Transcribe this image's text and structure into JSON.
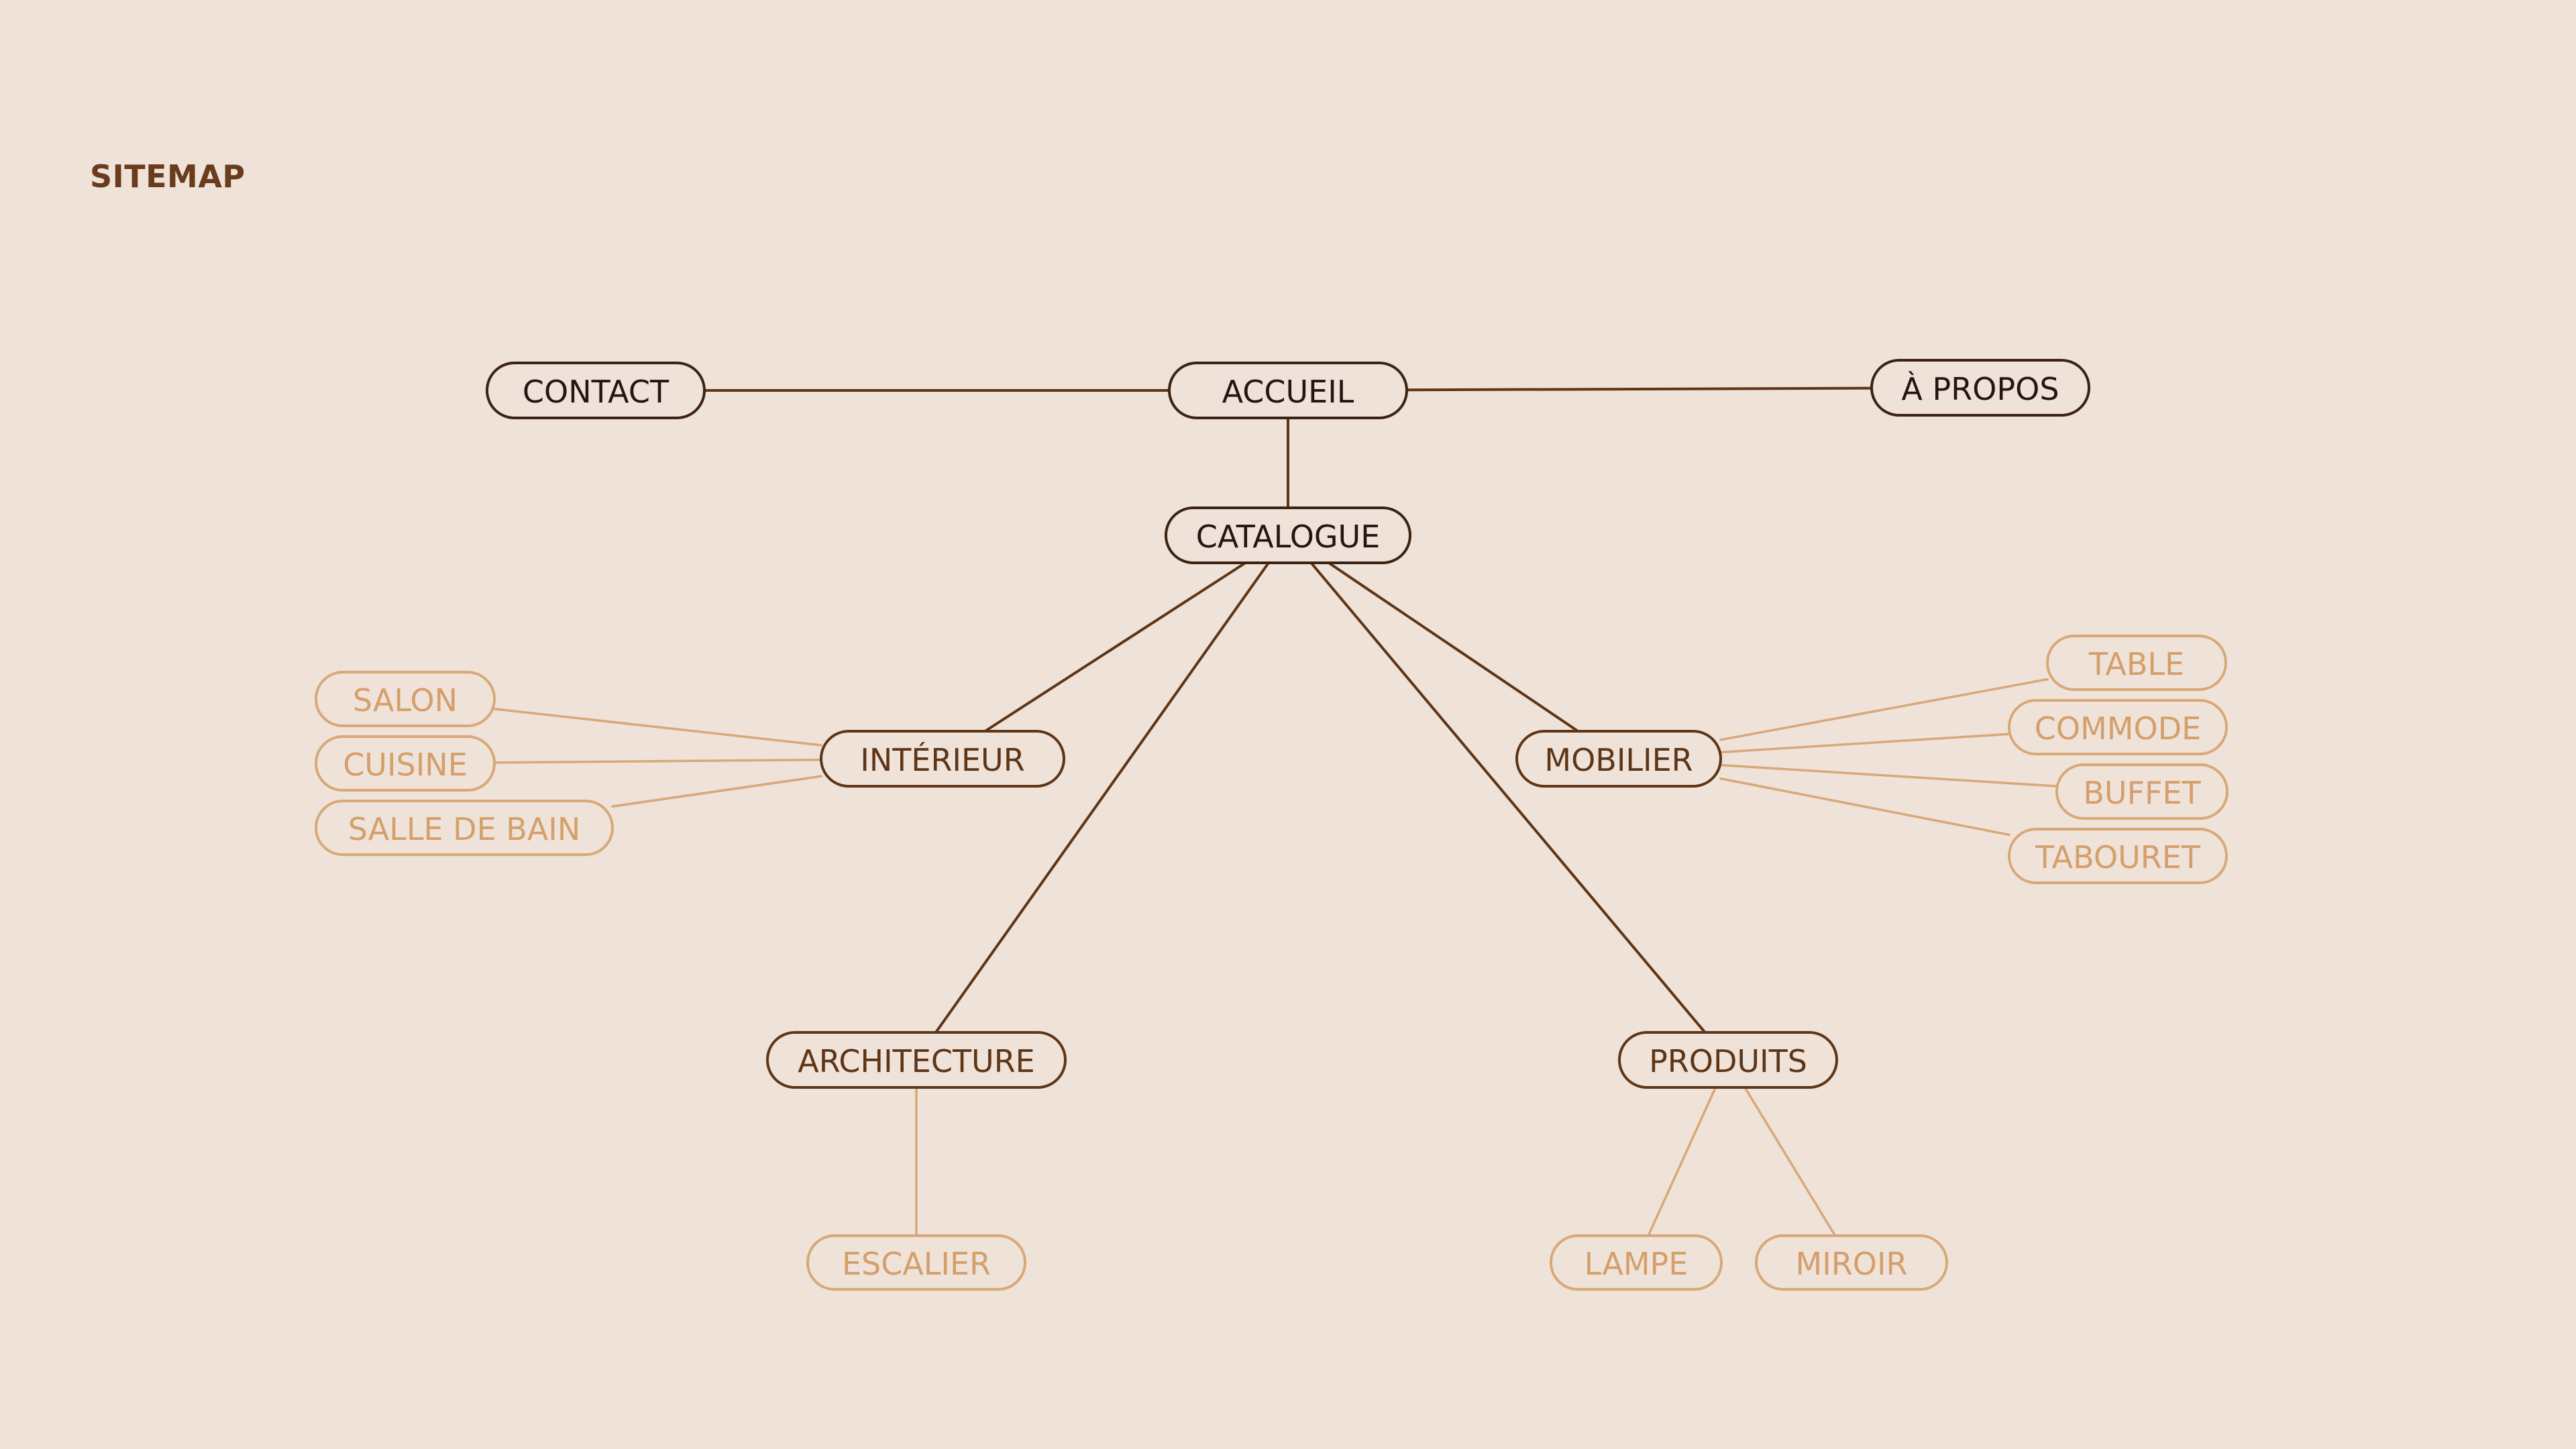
{
  "page": {
    "title": "SITEMAP"
  },
  "diagram": {
    "nodes": [
      {
        "id": "accueil",
        "label": "ACCUEIL",
        "level": "main"
      },
      {
        "id": "contact",
        "label": "CONTACT",
        "level": "main"
      },
      {
        "id": "a-propos",
        "label": "À PROPOS",
        "level": "main"
      },
      {
        "id": "catalogue",
        "label": "CATALOGUE",
        "level": "main"
      },
      {
        "id": "interieur",
        "label": "INTÉRIEUR",
        "level": "sub"
      },
      {
        "id": "mobilier",
        "label": "MOBILIER",
        "level": "sub"
      },
      {
        "id": "architecture",
        "label": "ARCHITECTURE",
        "level": "sub"
      },
      {
        "id": "produits",
        "label": "PRODUITS",
        "level": "sub"
      },
      {
        "id": "salon",
        "label": "SALON",
        "level": "leaf"
      },
      {
        "id": "cuisine",
        "label": "CUISINE",
        "level": "leaf"
      },
      {
        "id": "salle-de-bain",
        "label": "SALLE DE BAIN",
        "level": "leaf"
      },
      {
        "id": "table",
        "label": "TABLE",
        "level": "leaf"
      },
      {
        "id": "commode",
        "label": "COMMODE",
        "level": "leaf"
      },
      {
        "id": "buffet",
        "label": "BUFFET",
        "level": "leaf"
      },
      {
        "id": "tabouret",
        "label": "TABOURET",
        "level": "leaf"
      },
      {
        "id": "escalier",
        "label": "ESCALIER",
        "level": "leaf"
      },
      {
        "id": "lampe",
        "label": "LAMPE",
        "level": "leaf"
      },
      {
        "id": "miroir",
        "label": "MIROIR",
        "level": "leaf"
      }
    ],
    "edges": [
      {
        "from": "accueil",
        "to": "contact"
      },
      {
        "from": "accueil",
        "to": "a-propos"
      },
      {
        "from": "accueil",
        "to": "catalogue"
      },
      {
        "from": "catalogue",
        "to": "interieur"
      },
      {
        "from": "catalogue",
        "to": "architecture"
      },
      {
        "from": "catalogue",
        "to": "produits"
      },
      {
        "from": "catalogue",
        "to": "mobilier"
      },
      {
        "from": "interieur",
        "to": "salon"
      },
      {
        "from": "interieur",
        "to": "cuisine"
      },
      {
        "from": "interieur",
        "to": "salle-de-bain"
      },
      {
        "from": "mobilier",
        "to": "table"
      },
      {
        "from": "mobilier",
        "to": "commode"
      },
      {
        "from": "mobilier",
        "to": "buffet"
      },
      {
        "from": "mobilier",
        "to": "tabouret"
      },
      {
        "from": "architecture",
        "to": "escalier"
      },
      {
        "from": "produits",
        "to": "lampe"
      },
      {
        "from": "produits",
        "to": "miroir"
      }
    ],
    "colors": {
      "background": "#efe2d8",
      "main": "#3b2313",
      "sub": "#5d3517",
      "leaf": "#d8a878",
      "title": "#6a3b1d"
    }
  }
}
